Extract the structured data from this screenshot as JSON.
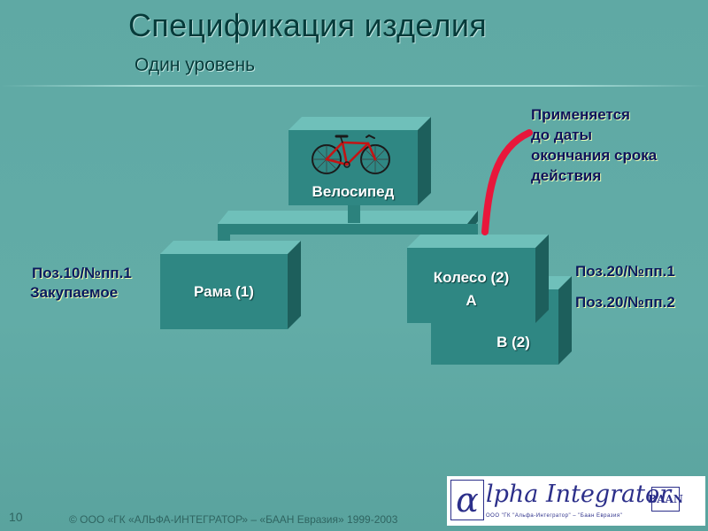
{
  "header": {
    "title": "Спецификация изделия",
    "subtitle": "Один уровень"
  },
  "diagram": {
    "root": {
      "label": "Велосипед",
      "image": "bicycle-icon"
    },
    "frame": {
      "label": "Рама (1)"
    },
    "wheel_a": {
      "label_line1": "Колесо (2)",
      "label_line2": "А"
    },
    "wheel_b": {
      "label": "В (2)"
    },
    "left_note": {
      "line1": "Поз.10/№пп.1",
      "line2": "Закупаемое"
    },
    "right_note": {
      "line1": "Поз.20/№пп.1",
      "line2": "Поз.20/№пп.2"
    },
    "callout": {
      "line1": "Применяется",
      "line2": "до даты",
      "line3": "окончания срока",
      "line4": "действия"
    }
  },
  "footer": {
    "page_number": "10",
    "copyright": "© ООО «ГК «АЛЬФА-ИНТЕГРАТОР» – «БААН Евразия» 1999-2003"
  },
  "logo": {
    "alpha": "α",
    "wordmark": "lpha Integrator",
    "tagline": "ООО \"ГК \"Альфа-Интегратор\" – \"Баан Евразия\"",
    "partner": "BAAN"
  },
  "colors": {
    "background": "#5fa9a4",
    "box_front": "#2f8783",
    "box_top": "#5fb3ad",
    "box_side": "#1d5f5c",
    "callout_line": "#e8173b",
    "note_text": "#0b1a5e"
  }
}
